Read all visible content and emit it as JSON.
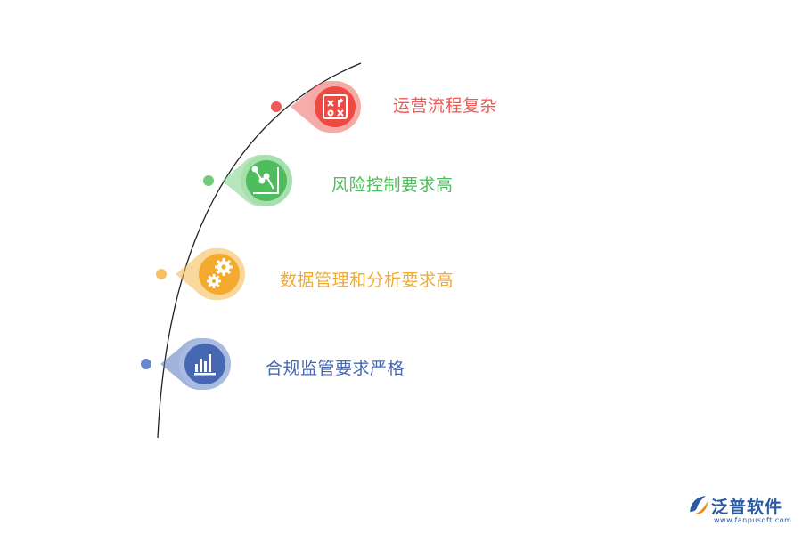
{
  "items": [
    {
      "label": "运营流程复杂",
      "color": "#ee5a55",
      "icon": "task-board-icon"
    },
    {
      "label": "风险控制要求高",
      "color": "#5cc16a",
      "icon": "line-chart-icon"
    },
    {
      "label": "数据管理和分析要求高",
      "color": "#f6b74b",
      "icon": "gears-icon"
    },
    {
      "label": "合规监管要求严格",
      "color": "#5677bd",
      "icon": "bar-chart-icon"
    }
  ],
  "logo": {
    "name": "泛普软件",
    "url": "www.fanpusoft.com"
  }
}
